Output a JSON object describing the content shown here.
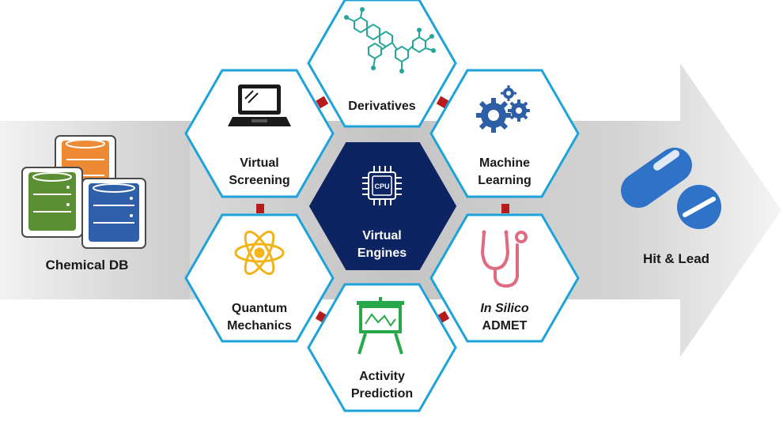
{
  "diagram": {
    "input_label": "Chemical DB",
    "output_label": "Hit & Lead",
    "center": {
      "line1": "Virtual",
      "line2": "Engines",
      "chip_text": "CPU"
    },
    "modules": {
      "derivatives": {
        "line1": "Derivatives"
      },
      "virtual_screening": {
        "line1": "Virtual",
        "line2": "Screening"
      },
      "machine_learning": {
        "line1": "Machine",
        "line2": "Learning"
      },
      "quantum_mechanics": {
        "line1": "Quantum",
        "line2": "Mechanics"
      },
      "admet": {
        "line1": "In Silico",
        "line2": "ADMET"
      },
      "activity_prediction": {
        "line1": "Activity",
        "line2": "Prediction"
      }
    },
    "colors": {
      "hex_border": "#1ca3db",
      "center_fill": "#0d2463",
      "connector": "#b71c1c",
      "db_orange": "#ee8a33",
      "db_green": "#5b8f33",
      "db_blue": "#2f5fa8",
      "pill_blue": "#2f73c9",
      "gear_blue": "#2d5ea6",
      "atom_yellow": "#f2b419",
      "stetho_pink": "#e06b80",
      "board_green": "#27a84a",
      "molecule_teal": "#26a69a"
    }
  }
}
